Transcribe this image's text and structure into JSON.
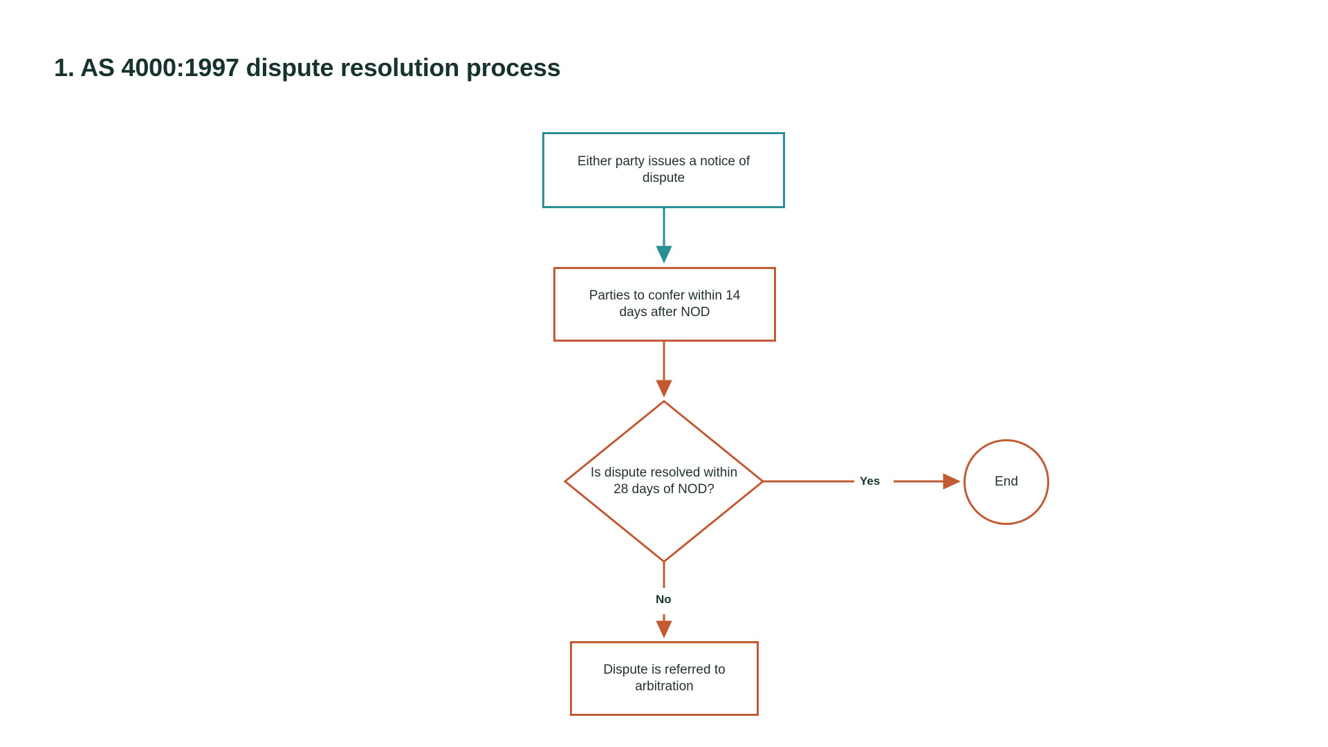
{
  "slide": {
    "background_color": "#ffffff",
    "title": "1. AS 4000:1997 dispute resolution process",
    "title_color": "#17332e"
  },
  "palette": {
    "teal": "#2a8f95",
    "orange": "#c25a33",
    "text": "#23322f",
    "title": "#17332e",
    "background": "#ffffff"
  },
  "diagram": {
    "type": "flowchart",
    "orientation": "top-to-bottom",
    "nodes": [
      {
        "id": "notice",
        "shape": "rectangle",
        "label": "Either party issues a notice of\ndispute",
        "border_color": "#2a8f95"
      },
      {
        "id": "confer",
        "shape": "rectangle",
        "label": "Parties to confer within 14\ndays after NOD",
        "border_color": "#c25a33"
      },
      {
        "id": "resolved",
        "shape": "diamond",
        "label": "Is dispute resolved within\n28 days of NOD?",
        "border_color": "#c25a33"
      },
      {
        "id": "end",
        "shape": "circle",
        "label": "End",
        "border_color": "#c25a33"
      },
      {
        "id": "arbitration",
        "shape": "rectangle",
        "label": "Dispute is referred to\narbitration",
        "border_color": "#c25a33"
      }
    ],
    "edges": [
      {
        "id": "e1",
        "from": "notice",
        "to": "confer",
        "label": "",
        "color": "#2a8f95"
      },
      {
        "id": "e2",
        "from": "confer",
        "to": "resolved",
        "label": "",
        "color": "#c25a33"
      },
      {
        "id": "e3",
        "from": "resolved",
        "to": "end",
        "label": "Yes",
        "color": "#c25a33"
      },
      {
        "id": "e4",
        "from": "resolved",
        "to": "arbitration",
        "label": "No",
        "color": "#c25a33"
      }
    ]
  }
}
